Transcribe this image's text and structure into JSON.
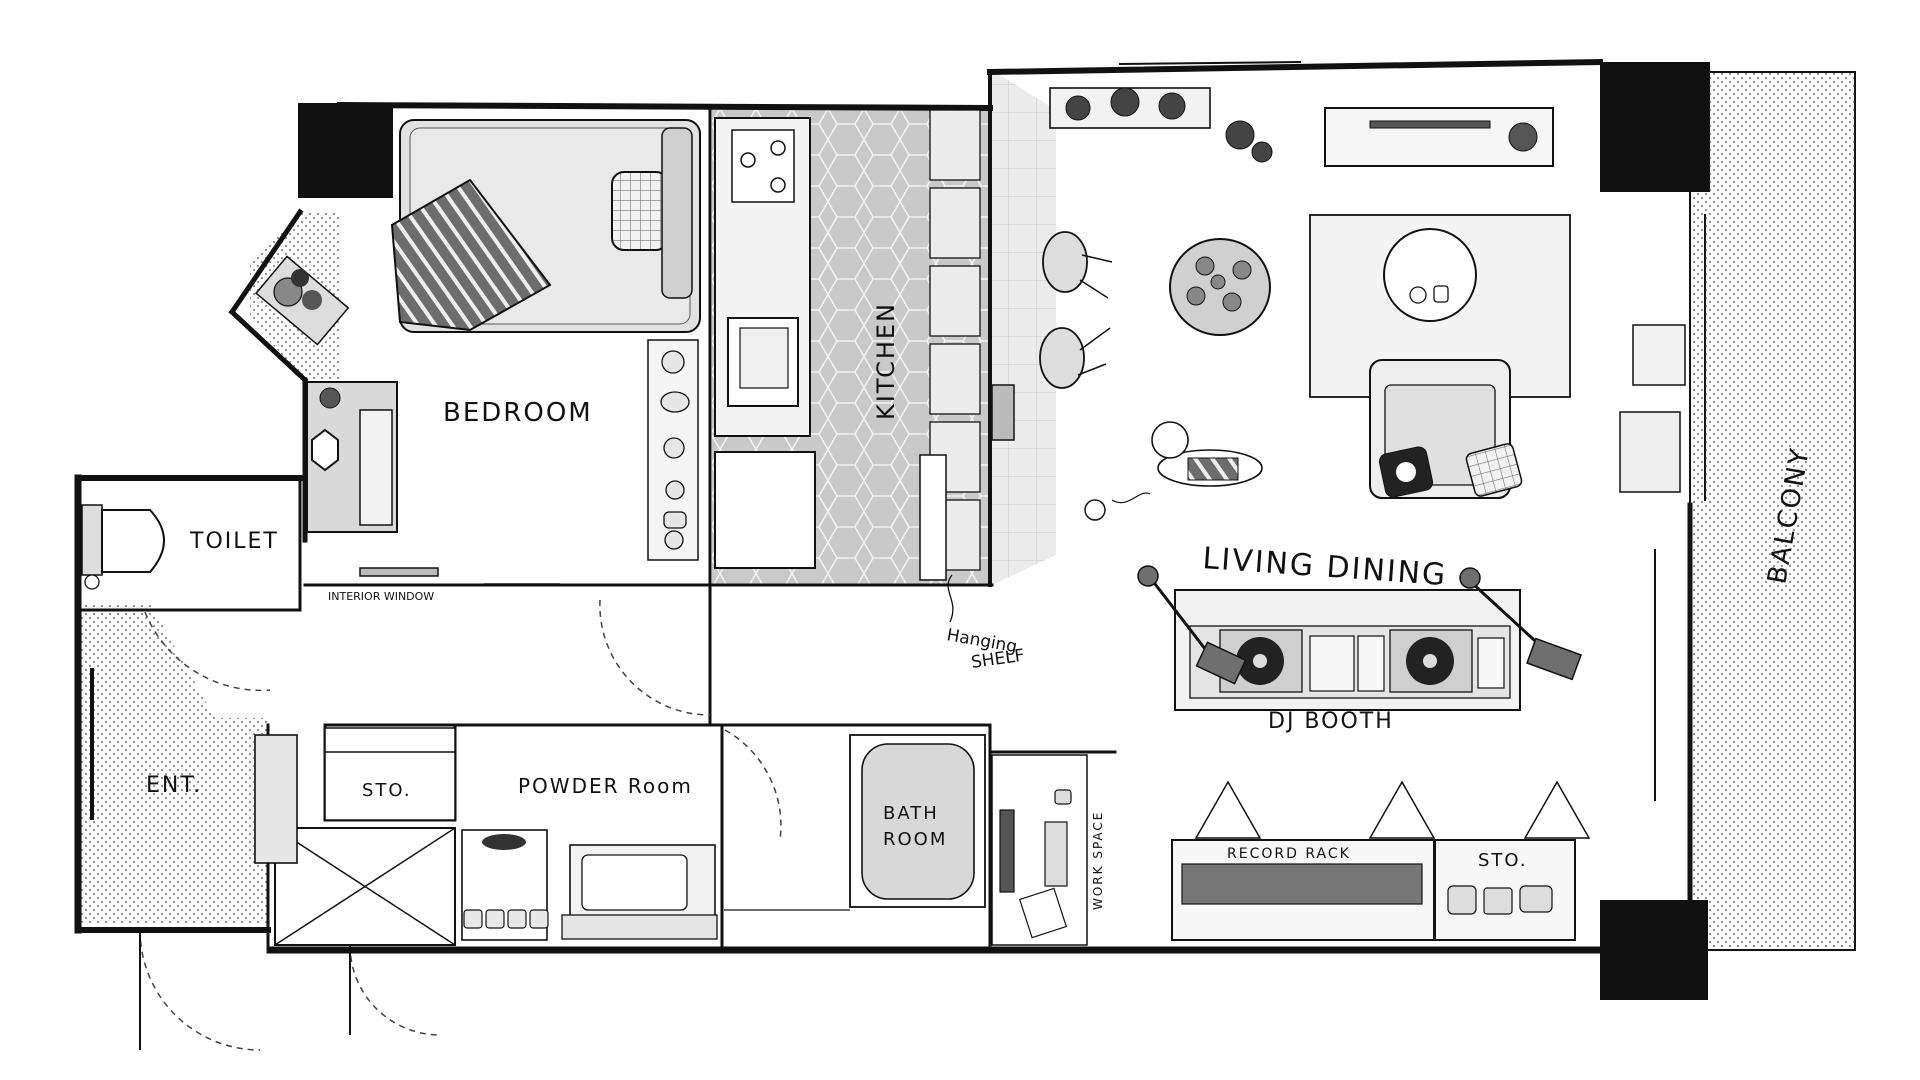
{
  "rooms": {
    "bedroom": "BEDROOM",
    "toilet": "TOILET",
    "kitchen": "KITCHEN",
    "living_dining": "LIVING DINING",
    "dj_booth": "DJ BOOTH",
    "balcony": "BALCONY",
    "entrance": "ENT.",
    "storage_small": "STO.",
    "powder_room": "POWDER Room",
    "bath_room_line1": "BATH",
    "bath_room_line2": "ROOM",
    "work_space": "WORK SPACE",
    "record_rack": "RECORD RACK",
    "storage_living": "STO."
  },
  "annotations": {
    "interior_window": "INTERIOR WINDOW",
    "hanging_shelf_line1": "Hanging",
    "hanging_shelf_line2": "SHELF"
  },
  "colors": {
    "wall": "#111111",
    "kitchen_floor": "#c8c8c8",
    "tile_floor": "#e6e6e6",
    "stipple": "#9a9a9a",
    "furniture": "#e3e3e3",
    "dark_accent": "#6f6f6f"
  }
}
